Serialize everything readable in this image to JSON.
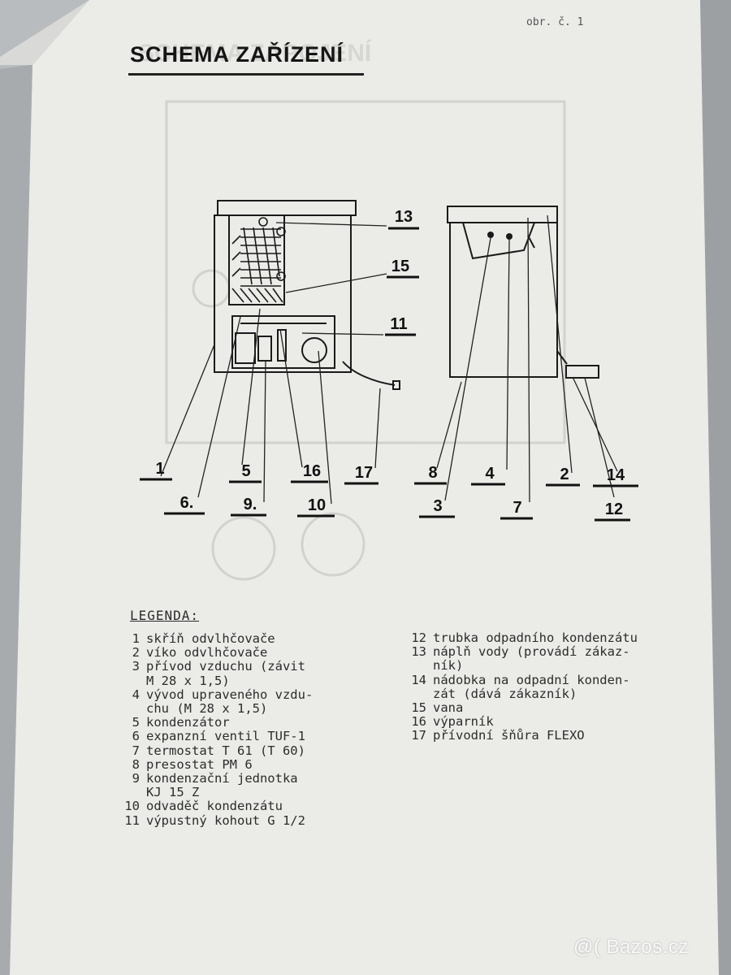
{
  "page_mark": "obr. č. 1",
  "title": "SCHEMA ZAŘÍZENÍ",
  "callouts": [
    "13",
    "15",
    "11",
    "1",
    "5",
    "16",
    "17",
    "8",
    "4",
    "2",
    "14",
    "6.",
    "9.",
    "10",
    "3",
    "7",
    "12"
  ],
  "legend": {
    "heading": "LEGENDA:",
    "left": [
      {
        "num": "1",
        "text": "skříň odvlhčovače"
      },
      {
        "num": "2",
        "text": "víko odvlhčovače"
      },
      {
        "num": "3",
        "text": "přívod vzduchu (závit"
      },
      {
        "num": "",
        "text": "M 28 x 1,5)"
      },
      {
        "num": "4",
        "text": "vývod upraveného vzdu-"
      },
      {
        "num": "",
        "text": "chu (M 28 x 1,5)"
      },
      {
        "num": "5",
        "text": "kondenzátor"
      },
      {
        "num": "6",
        "text": "expanzní ventil TUF-1"
      },
      {
        "num": "7",
        "text": "termostat T 61 (T 60)"
      },
      {
        "num": "8",
        "text": "presostat PM 6"
      },
      {
        "num": "9",
        "text": "kondenzační jednotka"
      },
      {
        "num": "",
        "text": "KJ 15 Z"
      },
      {
        "num": "10",
        "text": "odvaděč kondenzátu"
      },
      {
        "num": "11",
        "text": "výpustný kohout G 1/2"
      }
    ],
    "right": [
      {
        "num": "12",
        "text": "trubka odpadního kondenzátu"
      },
      {
        "num": "13",
        "text": "náplň vody (provádí zákaz-"
      },
      {
        "num": "",
        "text": "ník)"
      },
      {
        "num": "14",
        "text": "nádobka na odpadní konden-"
      },
      {
        "num": "",
        "text": "zát (dává zákazník)"
      },
      {
        "num": "15",
        "text": "vana"
      },
      {
        "num": "16",
        "text": "výparník"
      },
      {
        "num": "17",
        "text": "přívodní šňůra FLEXO"
      }
    ]
  },
  "watermark": "@( Bazos.cz"
}
